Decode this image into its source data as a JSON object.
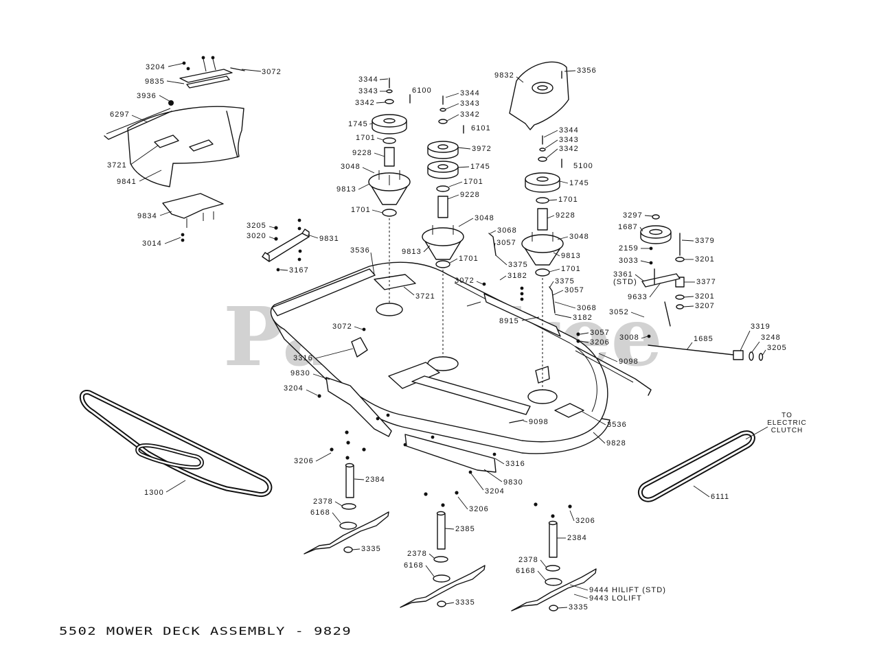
{
  "watermark": "PartsTree",
  "title": "5502 MOWER DECK ASSEMBLY - 9829",
  "note_to_electric_clutch": [
    "TO",
    "ELECTRIC",
    "CLUTCH"
  ],
  "callouts": [
    "3204",
    "3072",
    "9835",
    "3936",
    "6297",
    "3721",
    "9841",
    "9834",
    "3014",
    "3205",
    "3020",
    "9831",
    "3167",
    "3536",
    "3721",
    "3072",
    "3316",
    "9830",
    "3204",
    "3344",
    "3343",
    "3342",
    "6100",
    "1745",
    "1701",
    "9228",
    "3048",
    "9813",
    "1701",
    "3344",
    "3343",
    "3342",
    "6101",
    "3972",
    "1745",
    "1701",
    "9228",
    "3048",
    "9813",
    "1701",
    "9832",
    "3356",
    "3344",
    "3343",
    "3342",
    "5100",
    "1745",
    "1701",
    "9228",
    "3048",
    "9813",
    "1701",
    "3068",
    "3057",
    "3375",
    "3072",
    "3182",
    "3375",
    "3057",
    "3068",
    "8915",
    "3182",
    "3052",
    "3057",
    "3206",
    "3008",
    "3297",
    "1687",
    "3379",
    "2159",
    "3201",
    "3033",
    "3361",
    "(STD)",
    "3377",
    "9633",
    "3201",
    "3207",
    "3319",
    "3248",
    "3205",
    "1685",
    "9098",
    "9098",
    "3536",
    "9828",
    "3316",
    "9830",
    "3204",
    "3206",
    "2384",
    "1300",
    "6111",
    "2378",
    "6168",
    "3335",
    "3206",
    "2385",
    "2378",
    "6168",
    "3335",
    "3206",
    "2384",
    "2378",
    "6168",
    "9444 HILIFT (STD)",
    "9443 LOLIFT",
    "3335"
  ]
}
